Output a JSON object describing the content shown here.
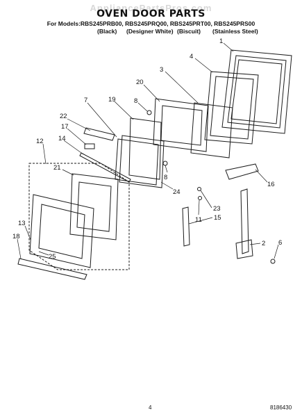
{
  "watermark": "AppliancePartsPros.com",
  "title": "OVEN DOOR PARTS",
  "models_line": "For Models:RBS245PRB00, RBS245PRQ00, RBS245PRT00, RBS245PRS00",
  "variants": [
    "(Black)",
    "(Designer White)",
    "(Biscuit)",
    "(Stainless Steel)"
  ],
  "callouts": [
    "1",
    "2",
    "3",
    "4",
    "6",
    "7",
    "8",
    "8",
    "11",
    "12",
    "13",
    "14",
    "15",
    "16",
    "17",
    "18",
    "19",
    "20",
    "21",
    "22",
    "23",
    "24",
    "25"
  ],
  "footer": {
    "page": "4",
    "doc_number": "8186430"
  }
}
